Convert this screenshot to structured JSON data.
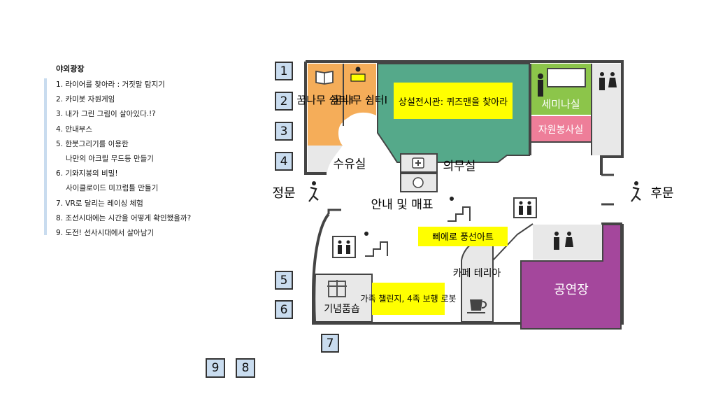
{
  "legend": {
    "title": "야외광장",
    "items": [
      "1. 라이어를 찾아라 : 거짓말 탐지기",
      "2. 카미봇 자원게임",
      "3. 내가 그린 그림이 살아있다.!?",
      "4. 안내부스",
      "5. 한붓그리기를 이용한",
      "나만의 아크릴 무드등 만들기",
      "6. 기와지붕의 비밀!",
      "사이클로이드 미끄럼틀 만들기",
      "7. VR로 달리는 레이싱 체험",
      "8. 조선시대에는 시간을 어떻게 확인했을까?",
      "9. 도전! 선사시대에서 살아남기"
    ]
  },
  "markers": [
    "1",
    "2",
    "3",
    "4",
    "5",
    "6",
    "7",
    "8",
    "9"
  ],
  "rooms": {
    "dream2": "꿈나무 쉼터Ⅱ",
    "dream1": "꿈나무 쉼터Ⅰ",
    "exhibit": "상설전시관: 퀴즈맨을 찾아라",
    "seminar": "세미나실",
    "volunteer": "자원봉사실",
    "nursing": "수유실",
    "medical": "의무실",
    "info": "안내 및 매표",
    "front_gate": "정문",
    "back_gate": "후문",
    "balloon": "삐에로 풍선아트",
    "cafe": "카페 테리아",
    "theater": "공연장",
    "family": "가족 챌린지, 4족 보행 로봇",
    "gift": "기념품숍"
  },
  "colors": {
    "marker_fill": "#c9dcef",
    "dream": "#f5ad59",
    "exhibit": "#55a98a",
    "seminar": "#8cc54a",
    "volunteer": "#ee7e99",
    "theater": "#a4479c",
    "highlight": "#ffff00",
    "wall": "#444444",
    "room_gray": "#e8e8e8"
  }
}
